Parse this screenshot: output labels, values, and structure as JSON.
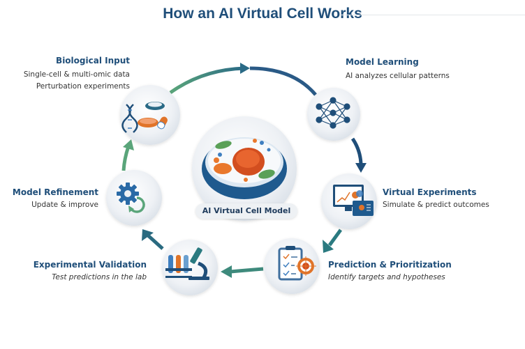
{
  "title": "How an AI Virtual Cell Works",
  "center": {
    "label": "AI Virtual Cell Model",
    "icon": "cell-icon"
  },
  "steps": [
    {
      "id": "biological-input",
      "heading": "Biological Input",
      "lines": [
        "Single-cell & multi-omic data",
        "Perturbation experiments"
      ],
      "icon": "dna-petri-dish-capsule-icon"
    },
    {
      "id": "model-learning",
      "heading": "Model Learning",
      "lines": [
        "AI analyzes cellular patterns"
      ],
      "icon": "neural-network-icon"
    },
    {
      "id": "virtual-experiments",
      "heading": "Virtual Experiments",
      "lines": [
        "Simulate & predict outcomes"
      ],
      "icon": "monitor-chart-icon"
    },
    {
      "id": "prediction-prioritization",
      "heading": "Prediction & Prioritization",
      "lines": [
        "Identify targets and hypotheses"
      ],
      "icon": "clipboard-target-icon"
    },
    {
      "id": "experimental-validation",
      "heading": "Experimental Validation",
      "lines": [
        "Test predictions in the lab"
      ],
      "icon": "test-tubes-microscope-icon"
    },
    {
      "id": "model-refinement",
      "heading": "Model Refinement",
      "lines": [
        "Update & improve"
      ],
      "icon": "gear-refresh-icon"
    }
  ],
  "colors": {
    "title": "#1f4e79",
    "navy": "#1f4e79",
    "teal": "#2a7a80",
    "green": "#5aa57a",
    "orange": "#e0742a",
    "blue": "#3f7fc0"
  }
}
